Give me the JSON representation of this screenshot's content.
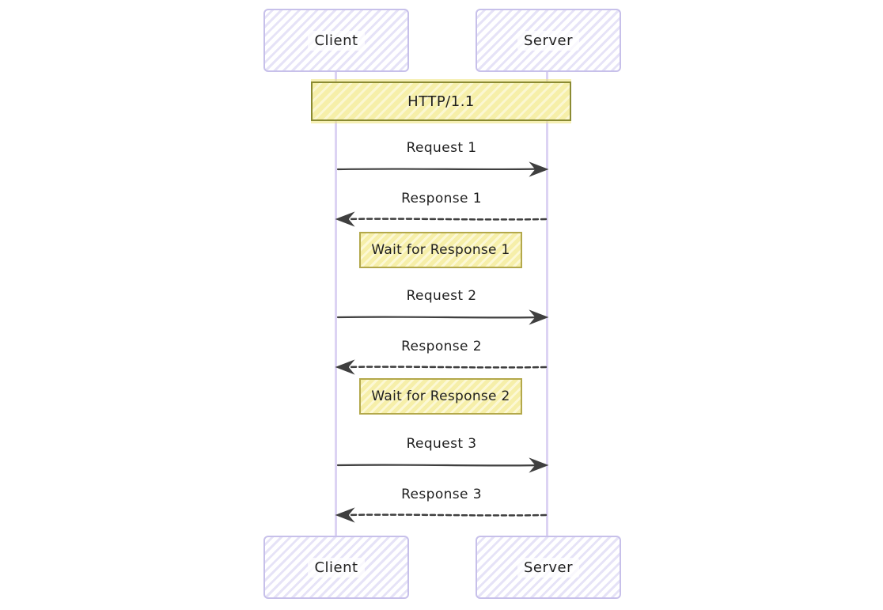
{
  "diagram_type": "sequence-diagram",
  "banner": {
    "label": "HTTP/1.1"
  },
  "actors": {
    "client_top": "Client",
    "server_top": "Server",
    "client_bottom": "Client",
    "server_bottom": "Server"
  },
  "messages": [
    {
      "label": "Request 1",
      "type": "solid",
      "direction": "client-to-server"
    },
    {
      "label": "Response 1",
      "type": "dashed",
      "direction": "server-to-client"
    },
    {
      "label": "Request 2",
      "type": "solid",
      "direction": "client-to-server"
    },
    {
      "label": "Response 2",
      "type": "dashed",
      "direction": "server-to-client"
    },
    {
      "label": "Request 3",
      "type": "solid",
      "direction": "client-to-server"
    },
    {
      "label": "Response 3",
      "type": "dashed",
      "direction": "server-to-client"
    }
  ],
  "notes": [
    {
      "label": "Wait for Response 1"
    },
    {
      "label": "Wait for Response 2"
    }
  ],
  "colors": {
    "actor_border": "#c7c0ea",
    "actor_hatch": "#e6e3f7",
    "lifeline": "#dcd3f3",
    "note_fill": "#f6efa9",
    "note_border": "#b3a84b",
    "banner_border": "#8b8b33",
    "arrow": "#3f3f3f",
    "text": "#1f1f1f",
    "background": "#ffffff"
  }
}
